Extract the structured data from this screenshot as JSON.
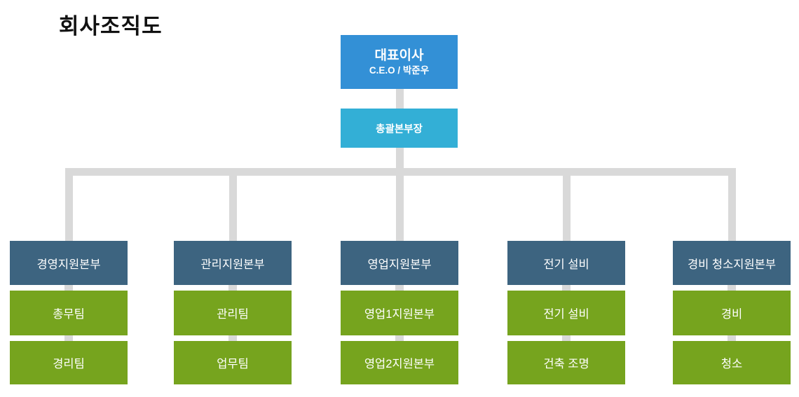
{
  "title": "회사조직도",
  "org": {
    "ceo": {
      "title": "대표이사",
      "subtitle": "C.E.O / 박준우"
    },
    "general_manager": "총괄본부장",
    "divisions": [
      {
        "name": "경영지원본부",
        "teams": [
          "총무팀",
          "경리팀"
        ]
      },
      {
        "name": "관리지원본부",
        "teams": [
          "관리팀",
          "업무팀"
        ]
      },
      {
        "name": "영업지원본부",
        "teams": [
          "영업1지원본부",
          "영업2지원본부"
        ]
      },
      {
        "name": "전기 설비",
        "teams": [
          "전기 설비",
          "건축 조명"
        ]
      },
      {
        "name": "경비 청소지원본부",
        "teams": [
          "경비",
          "청소"
        ]
      }
    ]
  },
  "colors": {
    "ceo_box": "#3390d6",
    "general_manager_box": "#33afd6",
    "division_header_box": "#3d6480",
    "team_box": "#76a41e",
    "connector": "#d9d9d9",
    "title_text": "#111111",
    "box_text": "#ffffff"
  }
}
